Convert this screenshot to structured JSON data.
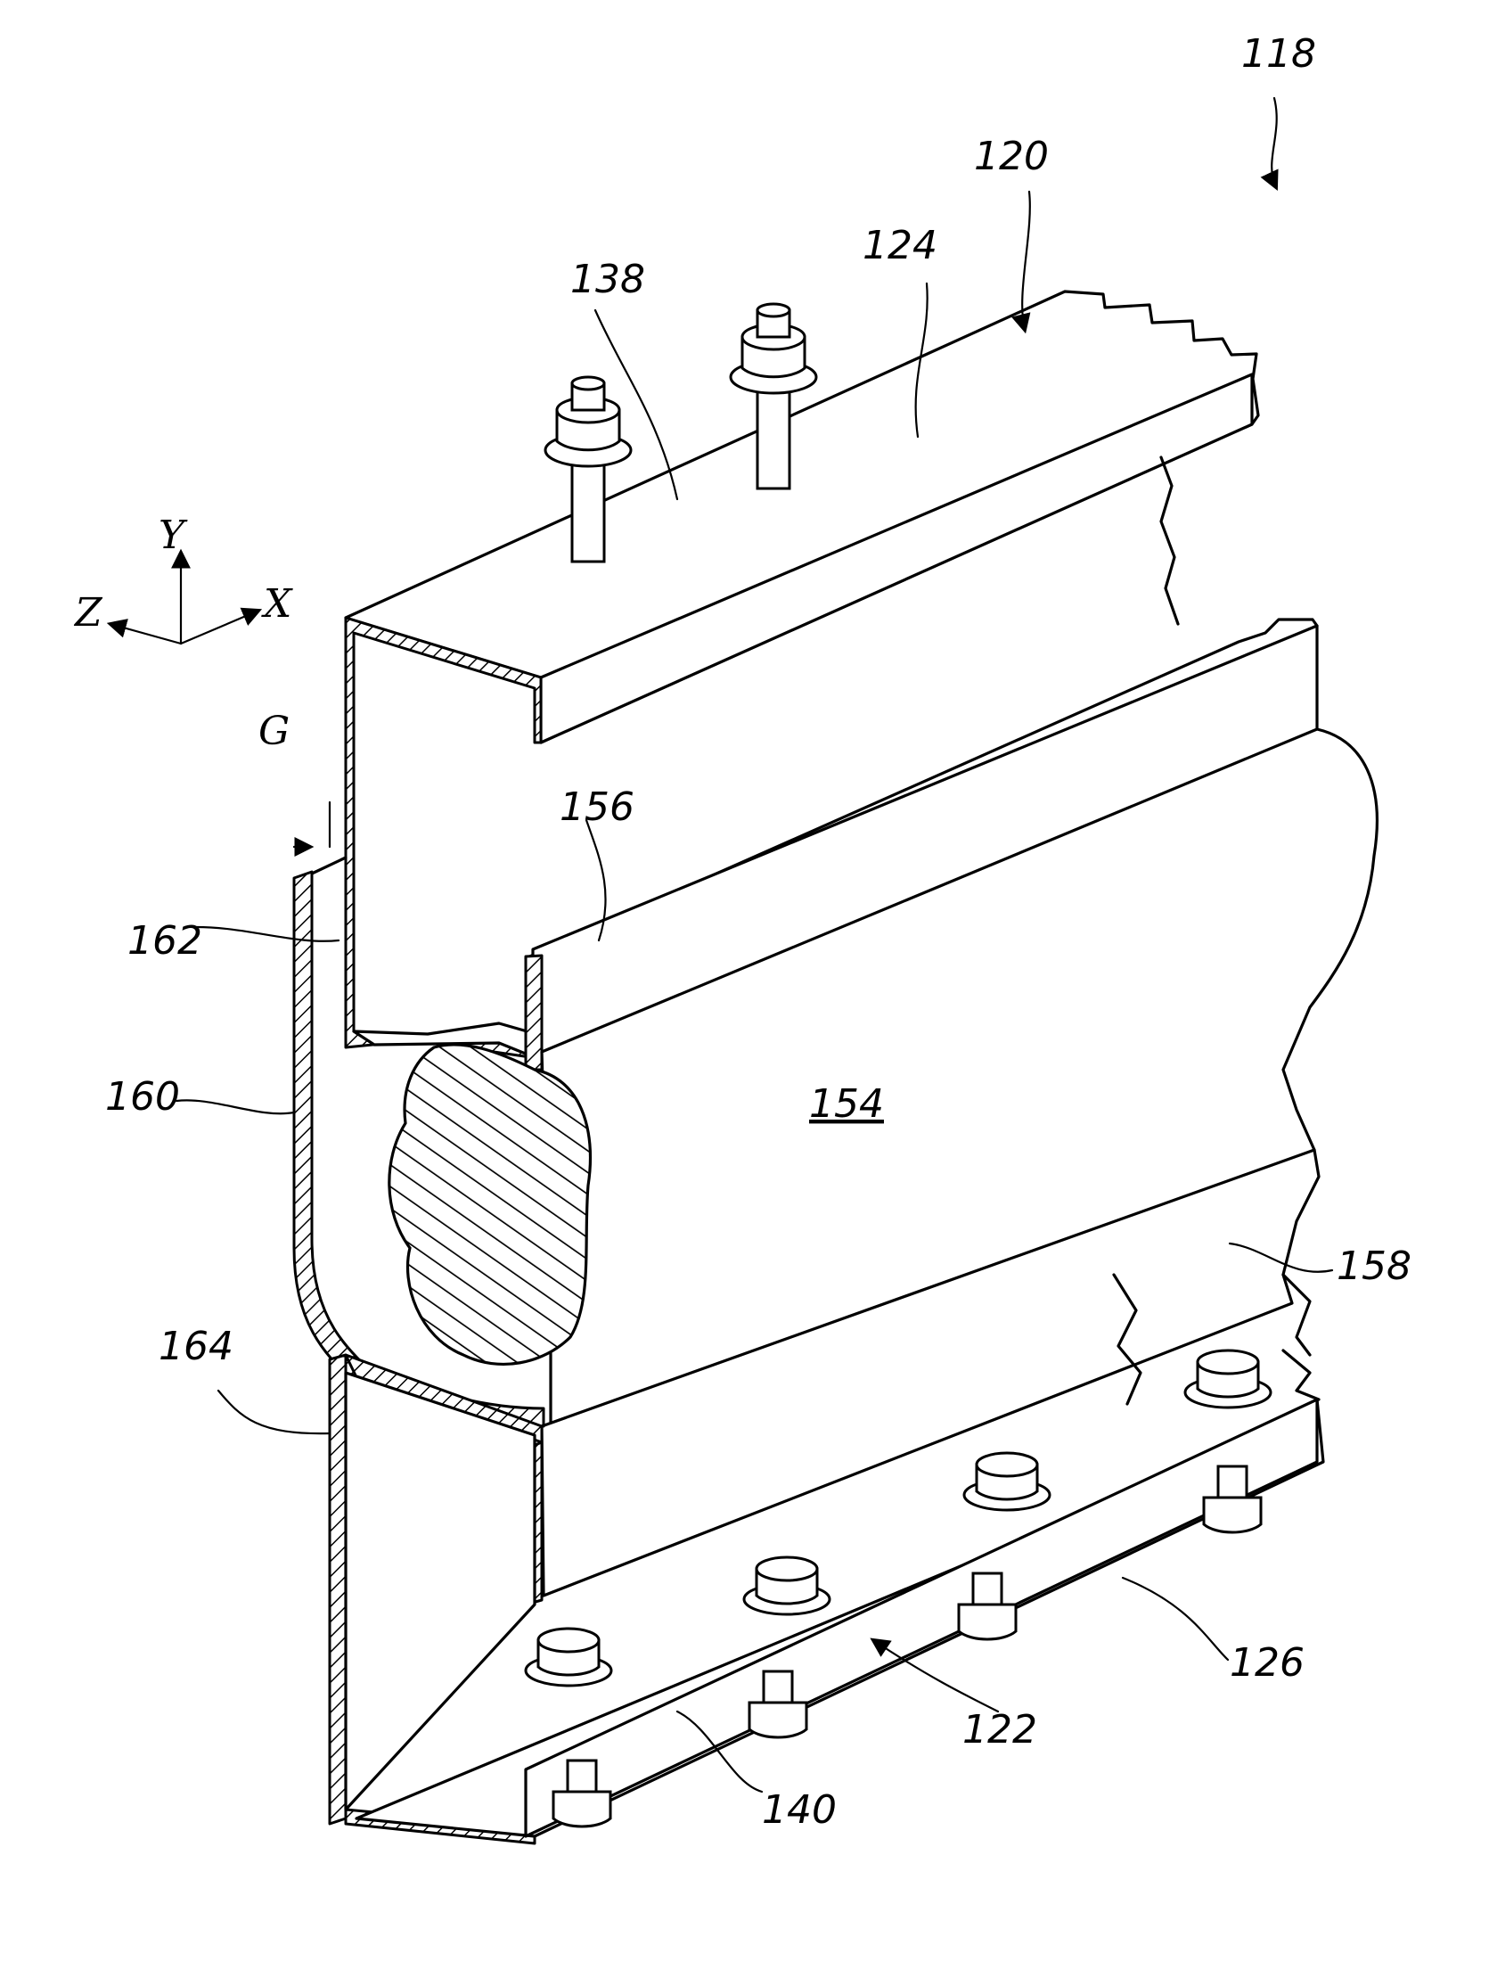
{
  "figure": {
    "labels": {
      "l118": "118",
      "l120": "120",
      "l124": "124",
      "l138": "138",
      "l156": "156",
      "l162": "162",
      "l160": "160",
      "l154": "154",
      "l158": "158",
      "l164": "164",
      "l126": "126",
      "l122": "122",
      "l140": "140",
      "g": "G"
    },
    "axes": {
      "x": "X",
      "y": "Y",
      "z": "Z"
    }
  },
  "labels": {
    "l118": "118",
    "l120": "120",
    "l124": "124",
    "l138": "138",
    "l156": "156",
    "l162": "162",
    "l160": "160",
    "l154": "154",
    "l158": "158",
    "l164": "164",
    "l126": "126",
    "l122": "122",
    "l140": "140",
    "g": "G"
  },
  "axes": {
    "x": "X",
    "y": "Y",
    "z": "Z"
  }
}
